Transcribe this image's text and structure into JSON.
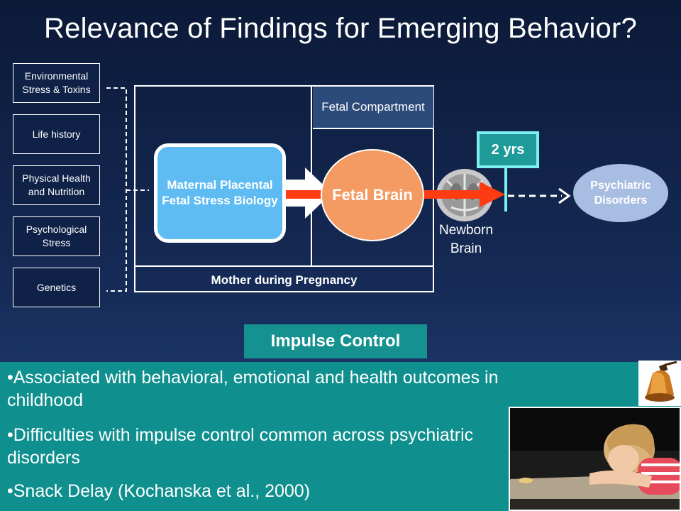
{
  "title": "Relevance of Findings for Emerging Behavior?",
  "factors": [
    "Environmental Stress & Toxins",
    "Life history",
    "Physical Health and Nutrition",
    "Psychological Stress",
    "Genetics"
  ],
  "fetal_compartment": "Fetal Compartment",
  "maternal_box": "Maternal Placental Fetal Stress Biology",
  "fetal_brain": "Fetal Brain",
  "mother_label": "Mother during Pregnancy",
  "newborn_brain": "Newborn Brain",
  "age_sign": "2 yrs",
  "outcome": "Psychiatric Disorders",
  "section_header": "Impulse Control",
  "bullets": [
    "•Associated with behavioral, emotional and health outcomes in childhood",
    "•Difficulties with impulse control common across psychiatric disorders",
    "•Snack Delay (Kochanska et al., 2000)"
  ],
  "colors": {
    "background_top": "#0c1a38",
    "background_bottom": "#27457f",
    "maternal_box": "#5ebcf3",
    "fetal_brain": "#f49a63",
    "red_arrow": "#ff3b12",
    "age_sign": "#1e9a98",
    "age_sign_border": "#7df0ee",
    "outcome": "#a8bde2",
    "teal_panel": "#0f8f8e"
  },
  "icons": [
    "bell-icon",
    "brain-scan-icon"
  ]
}
